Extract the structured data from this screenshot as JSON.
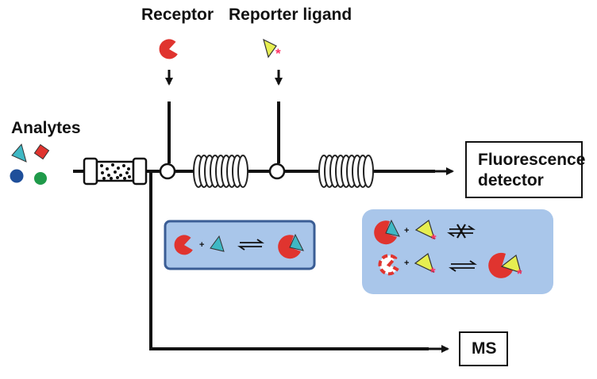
{
  "labels": {
    "receptor": "Receptor",
    "reporter_ligand": "Reporter ligand",
    "analytes": "Analytes",
    "fluorescence_detector_line1": "Fluorescence",
    "fluorescence_detector_line2": "detector",
    "ms": "MS"
  },
  "symbols": {
    "plus": "+",
    "asterisk": "*"
  },
  "colors": {
    "line": "#111111",
    "receptor_red": "#e0342f",
    "analyte_cyan": "#3fb8c4",
    "analyte_red": "#e0342f",
    "analyte_blue": "#1f4f9a",
    "analyte_green": "#1f9a4a",
    "ligand_yellow": "#e6ee50",
    "reporter_asterisk": "#ff3366",
    "panel_fill": "#a9c6ea",
    "panel_border": "#3a5d95"
  }
}
